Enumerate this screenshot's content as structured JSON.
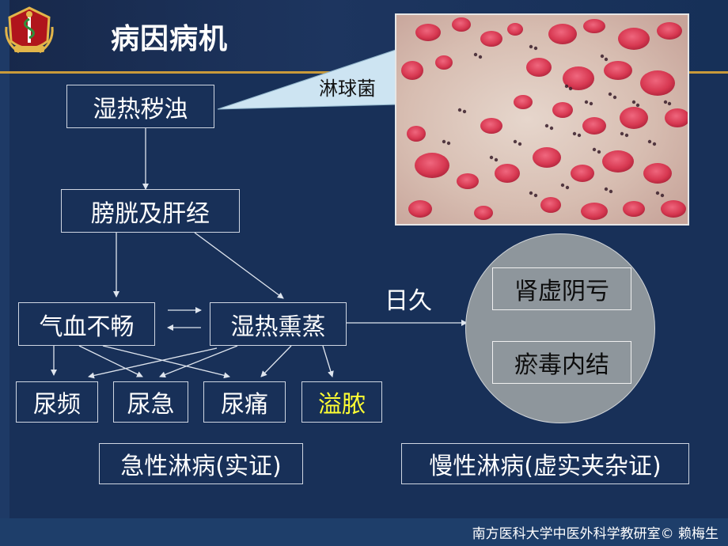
{
  "title": "病因病机",
  "image_label": "淋球菌",
  "nodes": {
    "cause": "湿热秽浊",
    "organs": "膀胱及肝经",
    "qi_blood": "气血不畅",
    "damp_heat": "湿热熏蒸",
    "sym1": "尿频",
    "sym2": "尿急",
    "sym3": "尿痛",
    "sym4": "溢脓",
    "acute": "急性淋病(实证)",
    "kidney": "肾虚阴亏",
    "stasis": "瘀毒内结",
    "chronic": "慢性淋病(虚实夹杂证)"
  },
  "edge_label": "日久",
  "footer": "南方医科大学中医外科学教研室©   赖梅生",
  "colors": {
    "background": "#183058",
    "accent_gold": "#c99a3a",
    "highlight_yellow": "#ffff33",
    "circle_gray": "#8e969c"
  },
  "icons": [
    "university-emblem-icon"
  ]
}
